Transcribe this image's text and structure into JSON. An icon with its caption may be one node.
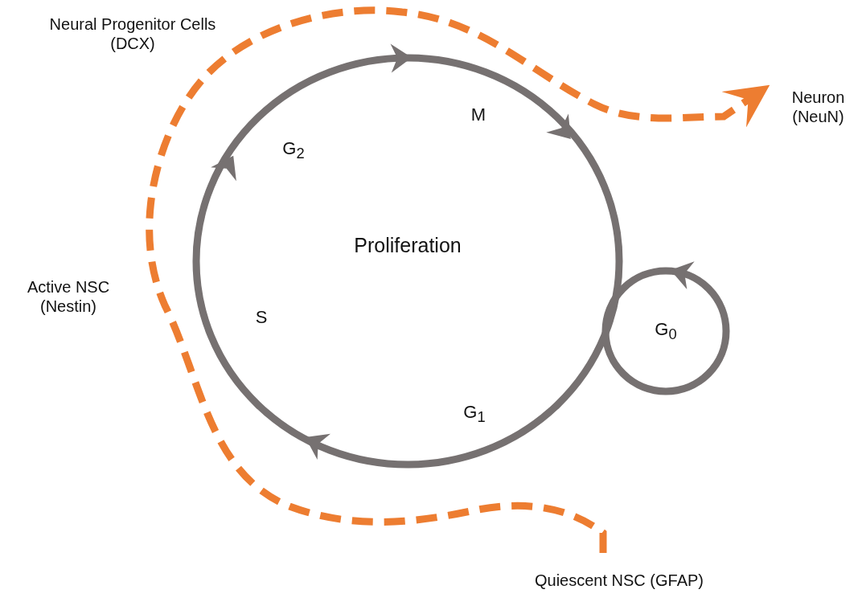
{
  "diagram": {
    "nodes": [
      {
        "text": [
          "Proliferation"
        ]
      },
      {
        "text": [
          "G$_{0}$"
        ]
      },
      {
        "text": [
          "Quiescent NSC (GFAP)"
        ]
      },
      {
        "text": [
          "Neuron (NeuN)"
        ]
      }
    ],
    "edges": [
      {
        "from": 2,
        "to": 3,
        "arrow": "to",
        "style": "dashed",
        "color": "#ed7d31"
      }
    ],
    "labels": [
      "Neural Progenitor Cells (DCX)",
      "M",
      "G$_{2}$",
      "Active NSC (Nestin)",
      "S",
      "G$_{1}$"
    ]
  }
}
